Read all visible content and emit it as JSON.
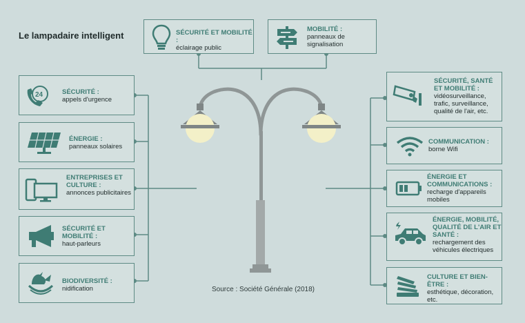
{
  "title": "Le lampadaire intelligent",
  "source": "Source : Société Générale (2018)",
  "top": [
    {
      "heading": "SÉCURITÉ ET MOBILITÉ :",
      "desc": "éclairage public",
      "icon": "lightbulb-icon"
    },
    {
      "heading": "MOBILITÉ :",
      "desc": "panneaux de signalisation",
      "icon": "signpost-icon"
    }
  ],
  "left": [
    {
      "heading": "SÉCURITÉ :",
      "desc": "appels d'urgence",
      "icon": "emergency-phone-icon"
    },
    {
      "heading": "ÉNERGIE :",
      "desc": "panneaux solaires",
      "icon": "solar-panel-icon"
    },
    {
      "heading": "ENTREPRISES ET CULTURE :",
      "desc": "annonces publicitaires",
      "icon": "screen-icon"
    },
    {
      "heading": "SÉCURITÉ ET MOBILITÉ :",
      "desc": "haut-parleurs",
      "icon": "megaphone-icon"
    },
    {
      "heading": "BIODIVERSITÉ :",
      "desc": "nidification",
      "icon": "bird-nest-icon"
    }
  ],
  "right": [
    {
      "heading": "SÉCURITÉ, SANTÉ ET MOBILITÉ :",
      "desc": "vidéosurveillance, trafic, surveillance, qualité de l'air, etc.",
      "icon": "camera-icon"
    },
    {
      "heading": "COMMUNICATION :",
      "desc": "borne Wifi",
      "icon": "wifi-icon"
    },
    {
      "heading": "ÉNERGIE ET COMMUNICATIONS :",
      "desc": "recharge d'appareils mobiles",
      "icon": "battery-icon"
    },
    {
      "heading": "ÉNERGIE, MOBILITÉ, QUALITÉ DE L'AIR ET SANTÉ :",
      "desc": "rechargement des véhicules électriques",
      "icon": "electric-car-icon"
    },
    {
      "heading": "CULTURE ET BIEN-ÊTRE :",
      "desc": "esthétique, décoration, etc.",
      "icon": "decoration-icon"
    }
  ],
  "colors": {
    "accent": "#3f7c74",
    "border": "#5d8a84",
    "background": "#cfdcdc",
    "pole": "#8f9696",
    "lamp_glow": "#f3f0c8"
  }
}
